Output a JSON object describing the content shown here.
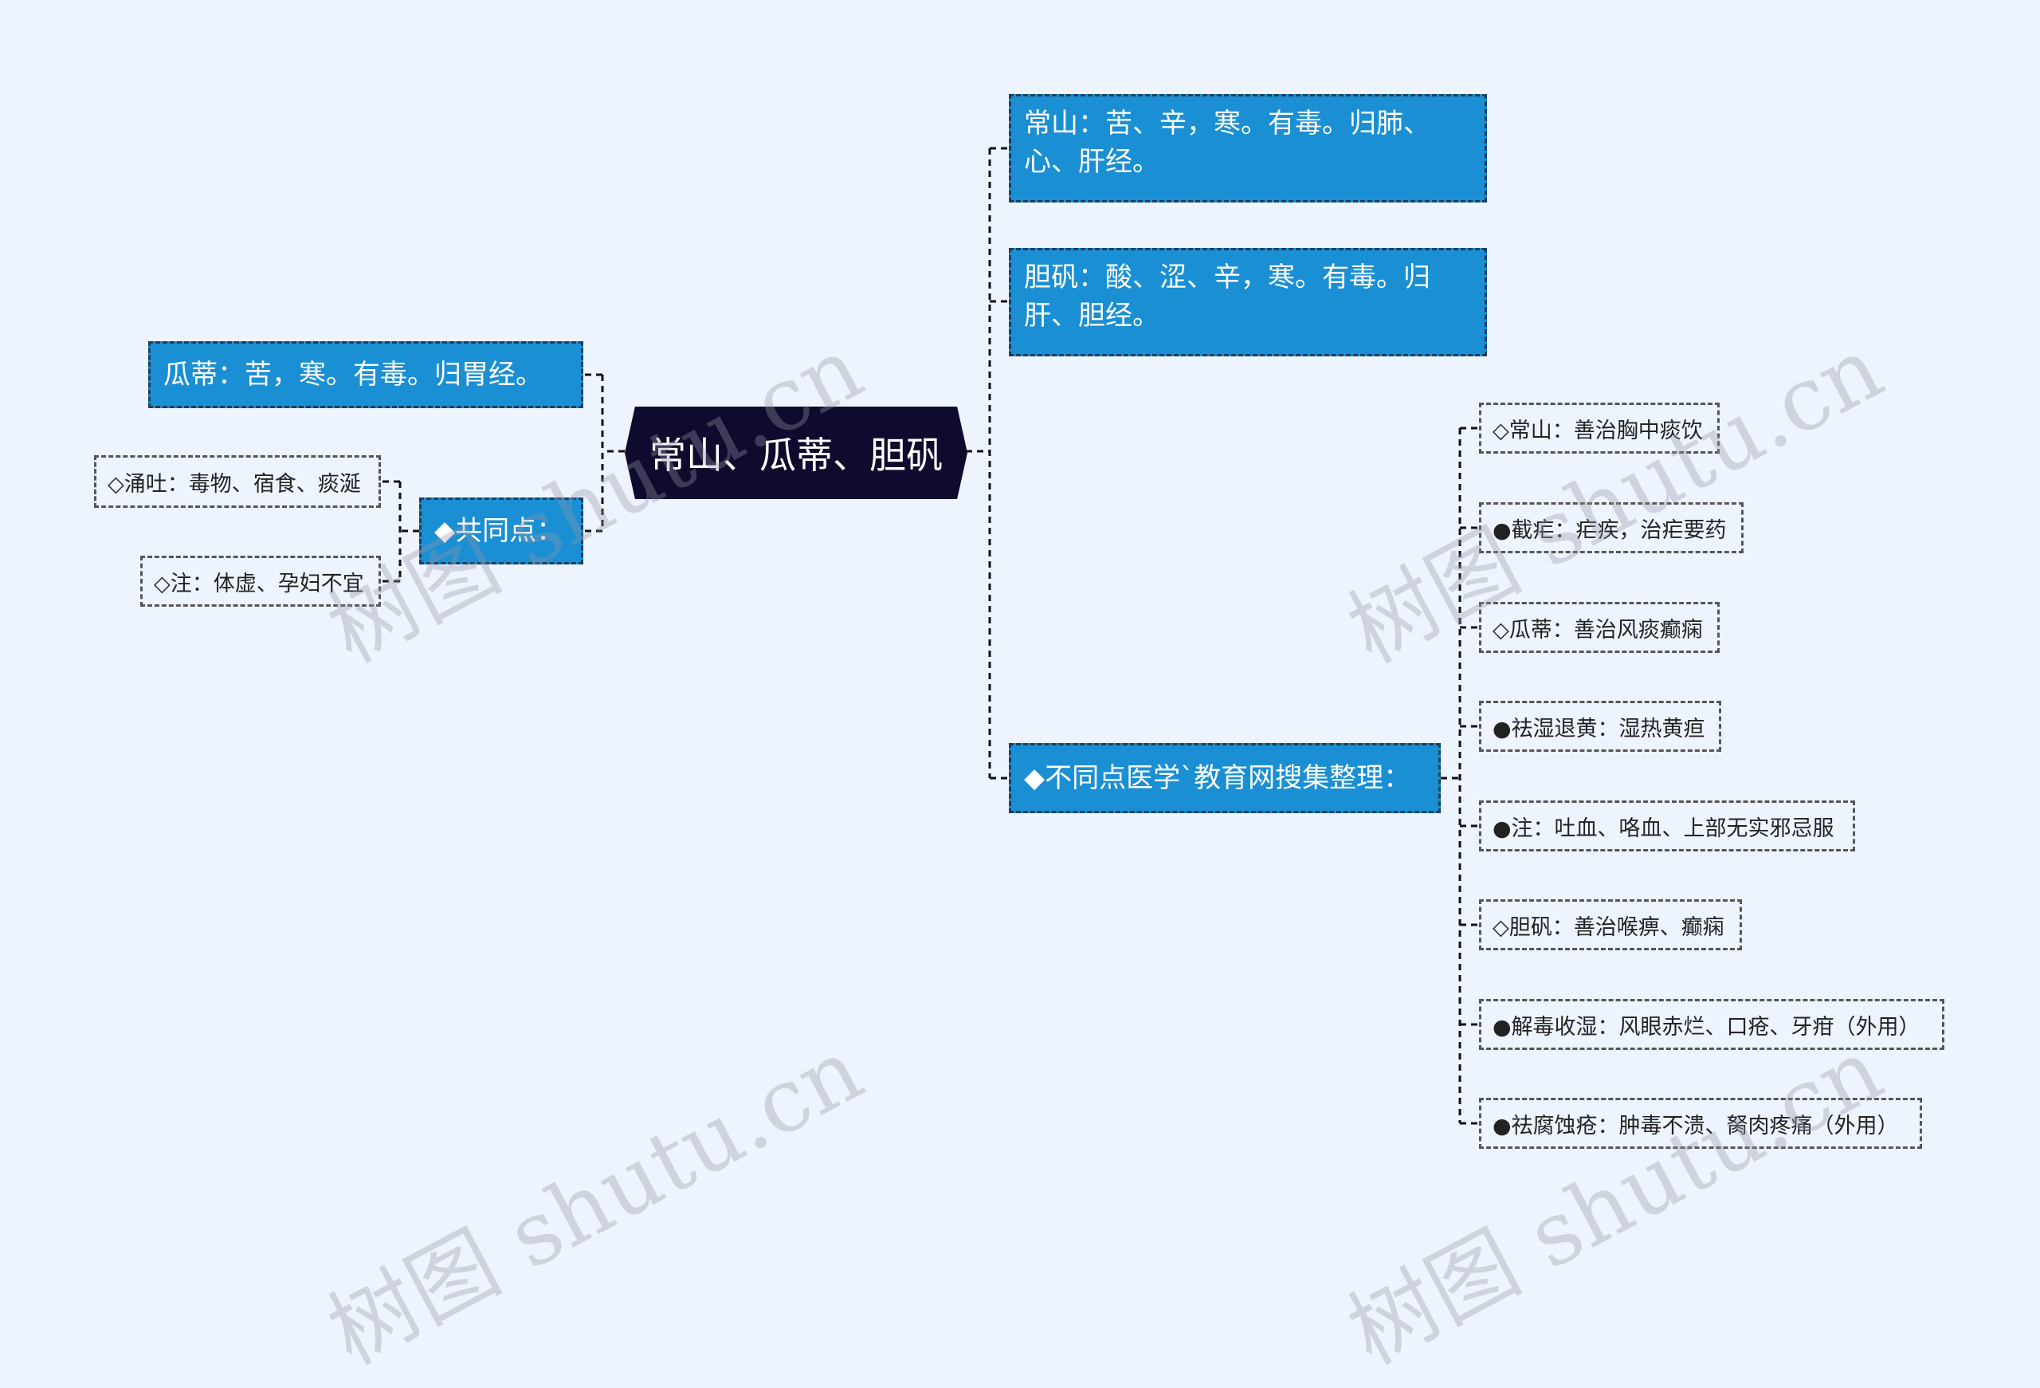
{
  "center": {
    "label": "常山、瓜蒂、胆矾"
  },
  "left": {
    "top_node": "瓜蒂：苦，寒。有毒。归胃经。",
    "common_node": "◆共同点：",
    "common_items": [
      "◇涌吐：毒物、宿食、痰涎",
      "◇注：体虚、孕妇不宜"
    ]
  },
  "right": {
    "changshan": "常山：苦、辛，寒。有毒。归肺、心、肝经。",
    "danfan": "胆矾：酸、涩、辛，寒。有毒。归肝、胆经。",
    "diff_node": "◆不同点医学`教育网搜集整理：",
    "diff_items": [
      "◇常山：善治胸中痰饮",
      "●截疟：疟疾，治疟要药",
      "◇瓜蒂：善治风痰癫痫",
      "●祛湿退黄：湿热黄疸",
      "●注：吐血、咯血、上部无实邪忌服",
      "◇胆矾：善治喉痹、癫痫",
      "●解毒收湿：风眼赤烂、口疮、牙疳（外用）",
      "●祛腐蚀疮：肿毒不溃、胬肉疼痛（外用）"
    ]
  },
  "watermark": "树图 shutu.cn",
  "colors": {
    "background": "#eef4fe",
    "center": "#0e0b2e",
    "branch": "#1a8fd4",
    "line": "#111111"
  }
}
